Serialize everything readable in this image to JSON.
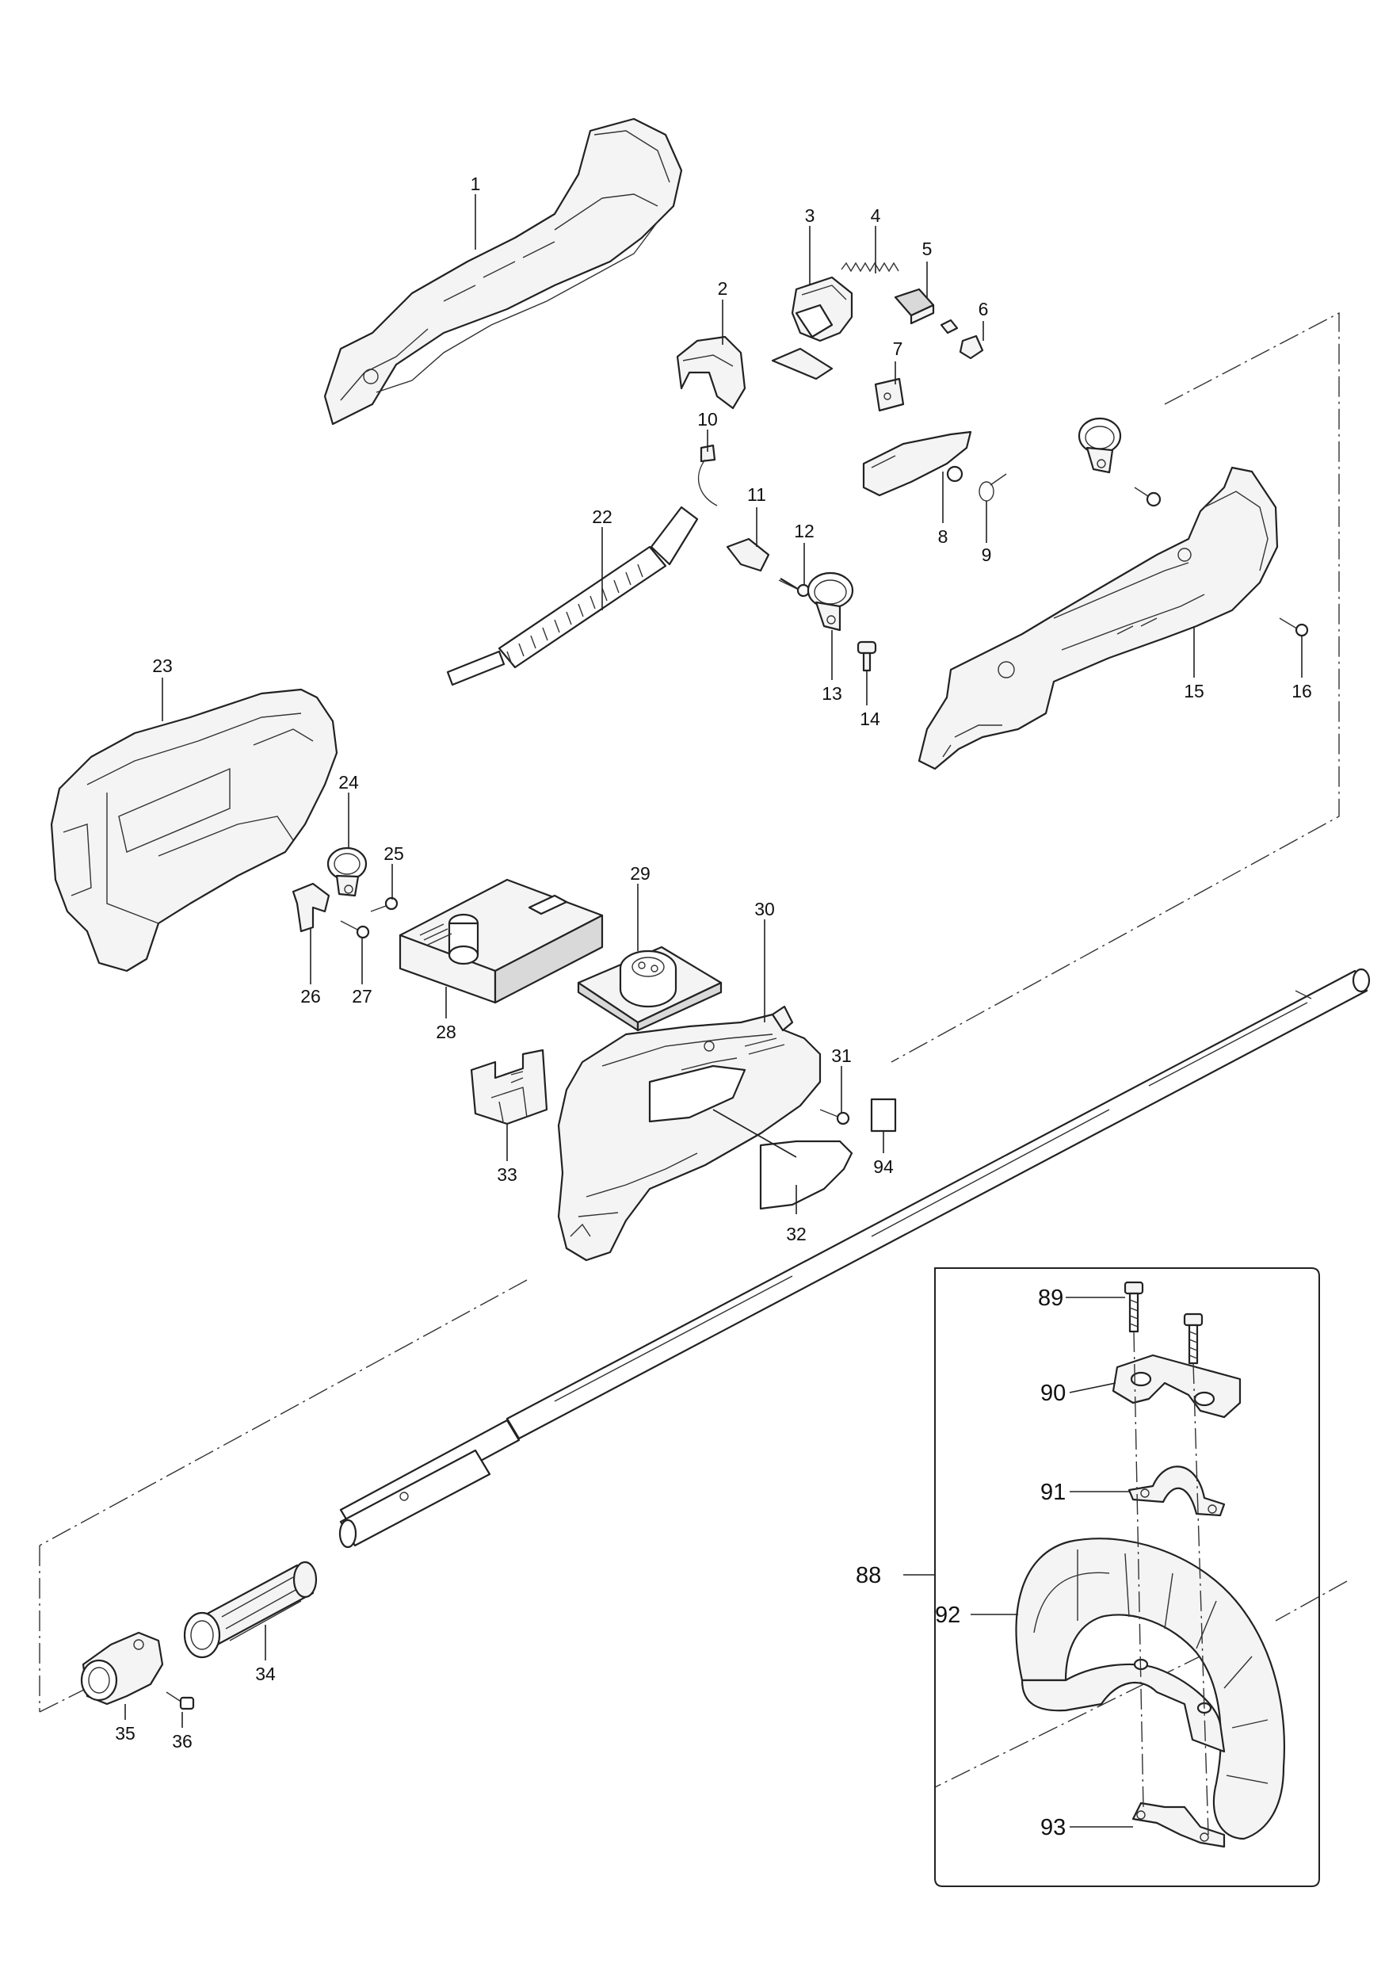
{
  "callouts": {
    "p1": "1",
    "p2": "2",
    "p3": "3",
    "p4": "4",
    "p5": "5",
    "p6": "6",
    "p7": "7",
    "p8": "8",
    "p9": "9",
    "p10": "10",
    "p11": "11",
    "p12": "12",
    "p13": "13",
    "p14": "14",
    "p15": "15",
    "p16": "16",
    "p22": "22",
    "p23": "23",
    "p24": "24",
    "p25": "25",
    "p26": "26",
    "p27": "27",
    "p28": "28",
    "p29": "29",
    "p30": "30",
    "p31": "31",
    "p32": "32",
    "p33": "33",
    "p34": "34",
    "p35": "35",
    "p36": "36",
    "p88": "88",
    "p89": "89",
    "p90": "90",
    "p91": "91",
    "p92": "92",
    "p93": "93",
    "p94": "94"
  }
}
